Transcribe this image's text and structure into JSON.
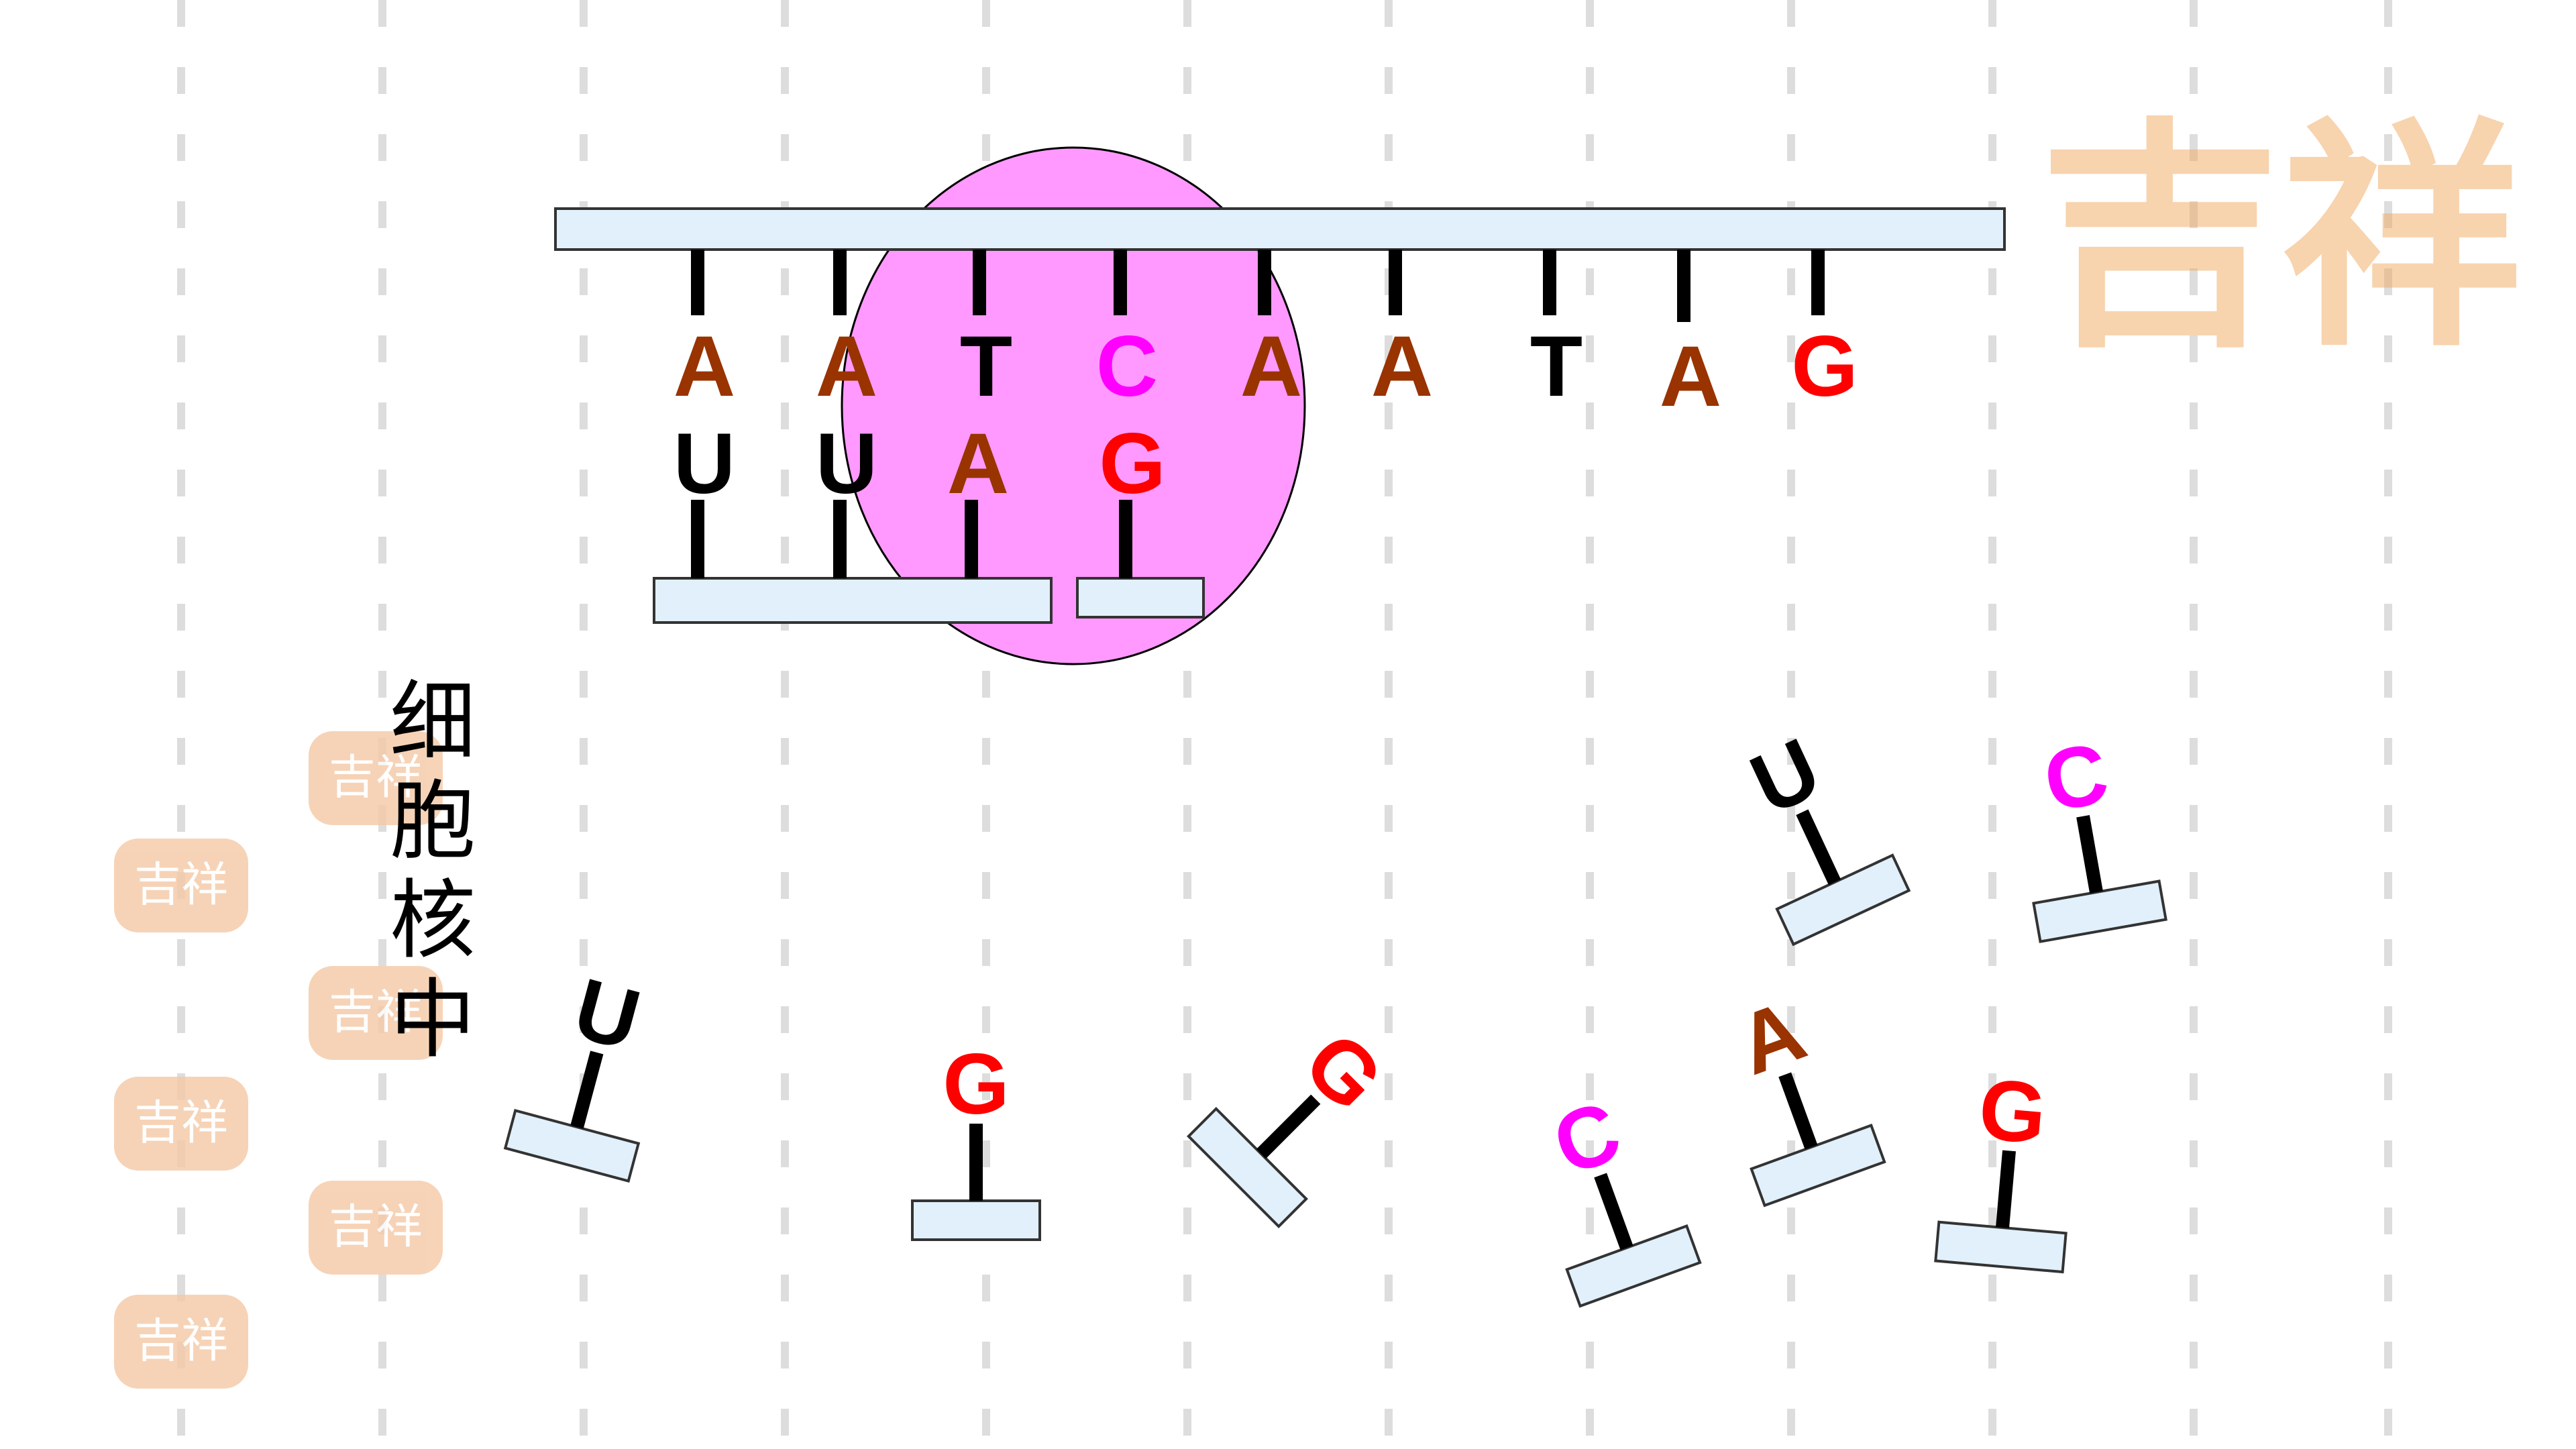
{
  "colors": {
    "background": "#ffffff",
    "strand_fill": "#e1f0fa",
    "strand_stroke": "#333333",
    "enzyme_fill": "#ff99ff",
    "guide_dash": "#dddddd",
    "seal": "#f5c9a6",
    "base": {
      "A": "#993300",
      "T": "#000000",
      "C": "#ff00ff",
      "G": "#ff0000",
      "U": "#000000"
    }
  },
  "diagram": {
    "location_label": "细胞核中",
    "template_strand_bases": [
      "A",
      "A",
      "T",
      "C",
      "A",
      "A",
      "T",
      "A",
      "G"
    ],
    "rna_strand_bases": [
      "U",
      "U",
      "A",
      "G"
    ],
    "free_nucleotides": [
      "U",
      "C",
      "U",
      "G",
      "G",
      "C",
      "A",
      "G"
    ],
    "enzyme": "pink-oval",
    "seal_text": "吉祥"
  }
}
